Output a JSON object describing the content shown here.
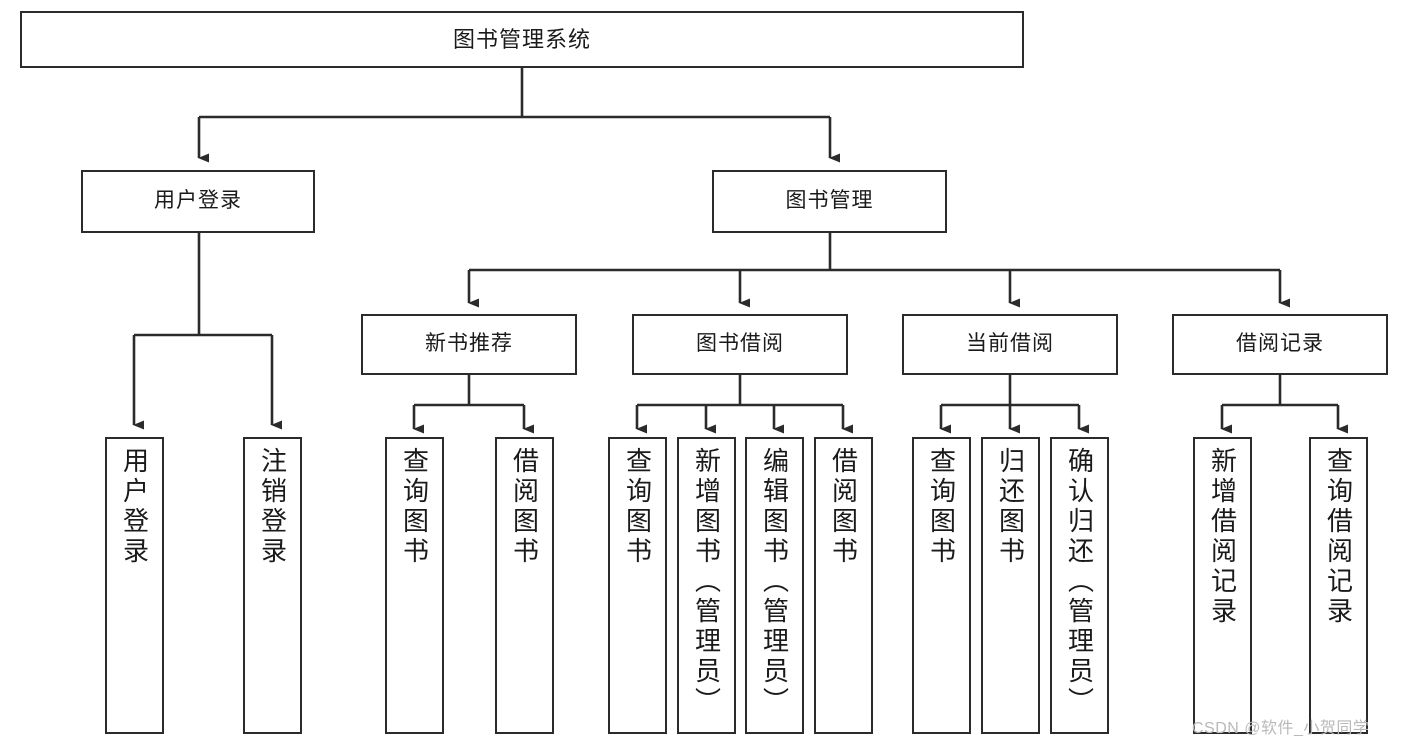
{
  "diagram": {
    "type": "tree-hierarchy-functional-decomposition",
    "title": "图书管理系统",
    "watermark": "CSDN @软件_小贺同学",
    "colors": {
      "stroke": "#2b2b2b",
      "fill": "#ffffff",
      "text": "#1a1a1a",
      "watermark": "#b9b9b9"
    },
    "nodes": {
      "root": {
        "label": "图书管理系统"
      },
      "level2": [
        {
          "id": "user-login",
          "label": "用户登录"
        },
        {
          "id": "book-manage",
          "label": "图书管理"
        }
      ],
      "level3": [
        {
          "id": "new-book-recommend",
          "label": "新书推荐"
        },
        {
          "id": "book-borrow",
          "label": "图书借阅"
        },
        {
          "id": "current-borrow",
          "label": "当前借阅"
        },
        {
          "id": "borrow-record",
          "label": "借阅记录"
        }
      ],
      "leaves": {
        "user_login": [
          {
            "id": "leaf-user-login",
            "label": "用户登录"
          },
          {
            "id": "leaf-logout-login",
            "label": "注销登录"
          }
        ],
        "new_book_recommend": [
          {
            "id": "leaf-query-book-1",
            "label": "查询图书"
          },
          {
            "id": "leaf-borrow-book-1",
            "label": "借阅图书"
          }
        ],
        "book_borrow": [
          {
            "id": "leaf-query-book-2",
            "label": "查询图书"
          },
          {
            "id": "leaf-add-book",
            "label": "新增图书（管理员）"
          },
          {
            "id": "leaf-edit-book",
            "label": "编辑图书（管理员）"
          },
          {
            "id": "leaf-borrow-book-2",
            "label": "借阅图书"
          }
        ],
        "current_borrow": [
          {
            "id": "leaf-query-book-3",
            "label": "查询图书"
          },
          {
            "id": "leaf-return-book",
            "label": "归还图书"
          },
          {
            "id": "leaf-confirm-return",
            "label": "确认归还（管理员）"
          }
        ],
        "borrow_record": [
          {
            "id": "leaf-add-record",
            "label": "新增借阅记录"
          },
          {
            "id": "leaf-query-record",
            "label": "查询借阅记录"
          }
        ]
      }
    },
    "edges": [
      {
        "from": "图书管理系统",
        "to": "用户登录"
      },
      {
        "from": "图书管理系统",
        "to": "图书管理"
      },
      {
        "from": "用户登录",
        "to": "用户登录"
      },
      {
        "from": "用户登录",
        "to": "注销登录"
      },
      {
        "from": "图书管理",
        "to": "新书推荐"
      },
      {
        "from": "图书管理",
        "to": "图书借阅"
      },
      {
        "from": "图书管理",
        "to": "当前借阅"
      },
      {
        "from": "图书管理",
        "to": "借阅记录"
      },
      {
        "from": "新书推荐",
        "to": "查询图书"
      },
      {
        "from": "新书推荐",
        "to": "借阅图书"
      },
      {
        "from": "图书借阅",
        "to": "查询图书"
      },
      {
        "from": "图书借阅",
        "to": "新增图书（管理员）"
      },
      {
        "from": "图书借阅",
        "to": "编辑图书（管理员）"
      },
      {
        "from": "图书借阅",
        "to": "借阅图书"
      },
      {
        "from": "当前借阅",
        "to": "查询图书"
      },
      {
        "from": "当前借阅",
        "to": "归还图书"
      },
      {
        "from": "当前借阅",
        "to": "确认归还（管理员）"
      },
      {
        "from": "借阅记录",
        "to": "新增借阅记录"
      },
      {
        "from": "借阅记录",
        "to": "查询借阅记录"
      }
    ]
  }
}
